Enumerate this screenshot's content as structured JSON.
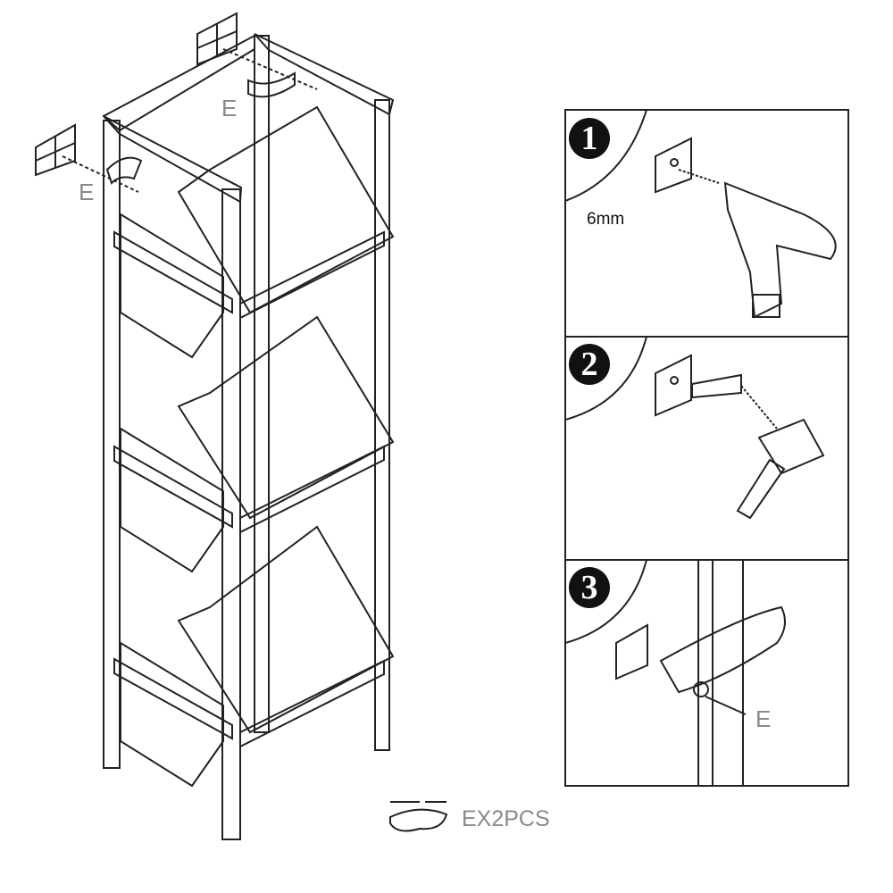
{
  "main_drawing": {
    "label_e_top": "E",
    "label_e_left": "E"
  },
  "parts": {
    "label": "EX2PCS"
  },
  "steps": [
    {
      "number": "1",
      "note": "6mm"
    },
    {
      "number": "2"
    },
    {
      "number": "3",
      "label": "E"
    }
  ]
}
